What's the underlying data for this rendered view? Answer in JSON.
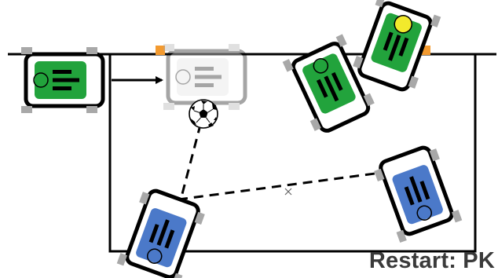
{
  "caption": "Restart: PK",
  "colors": {
    "team_green": "#22a33c",
    "team_blue": "#4b79c9",
    "ghost_robot": "#e2e2e2",
    "goalie_marker": "#f2ea2c",
    "goal_post": "#f39a2f",
    "line": "#000000",
    "wheel": "#a8a8a8"
  },
  "icons": {
    "ball": "soccer-ball-icon",
    "center_mark": "x-mark-icon"
  },
  "robots": [
    {
      "name": "green-robot-start",
      "team": "green"
    },
    {
      "name": "green-robot-ghost-target",
      "team": "ghost"
    },
    {
      "name": "green-robot-field",
      "team": "green"
    },
    {
      "name": "green-goalie-robot",
      "team": "green",
      "goalie": true
    },
    {
      "name": "blue-robot-kicker",
      "team": "blue"
    },
    {
      "name": "blue-robot-right",
      "team": "blue"
    }
  ]
}
